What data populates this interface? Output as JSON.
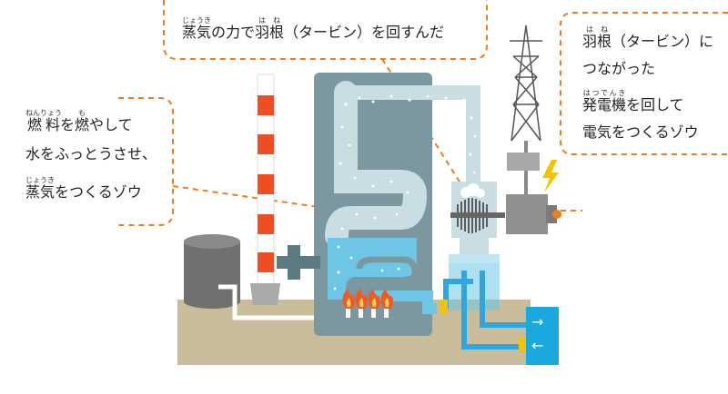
{
  "colors": {
    "ground": "#c9bc9a",
    "boiler": "#7b98a0",
    "steam": "#c9dde3",
    "water": "#6ec6e6",
    "pipe_blue": "#2ea7df",
    "fire": "#f15a24",
    "chimney_red": "#ef4e23",
    "callout_border": "#ee7d1e",
    "tank": "#707070",
    "generator": "#909090",
    "bolt": "#f4c300"
  },
  "labels": {
    "left": {
      "line1": [
        {
          "text": "燃料",
          "ruby": "ねんりょう"
        },
        {
          "text": "を"
        },
        {
          "text": "燃",
          "ruby": "も"
        },
        {
          "text": "やして"
        }
      ],
      "line2": [
        {
          "text": "水をふっとうさせ、"
        }
      ],
      "line3": [
        {
          "text": "蒸気",
          "ruby": "じょうき"
        },
        {
          "text": "をつくるゾウ"
        }
      ]
    },
    "top": {
      "line1": [
        {
          "text": "蒸気",
          "ruby": "じょうき"
        },
        {
          "text": "の力で"
        },
        {
          "text": "羽根",
          "ruby": "はね"
        },
        {
          "text": "（タービン）を回すんだ"
        }
      ]
    },
    "right": {
      "line1": [
        {
          "text": "羽根",
          "ruby": "はね"
        },
        {
          "text": "（タービン）に"
        }
      ],
      "line2": [
        {
          "text": "つながった"
        }
      ],
      "line3": [
        {
          "text": "発電機",
          "ruby": "はつでんき"
        },
        {
          "text": "を回して"
        }
      ],
      "line4": [
        {
          "text": "電気をつくるゾウ"
        }
      ]
    }
  },
  "icons": {
    "arrow_out": "→",
    "arrow_in": "←",
    "lightning": "lightning-bolt-icon"
  }
}
